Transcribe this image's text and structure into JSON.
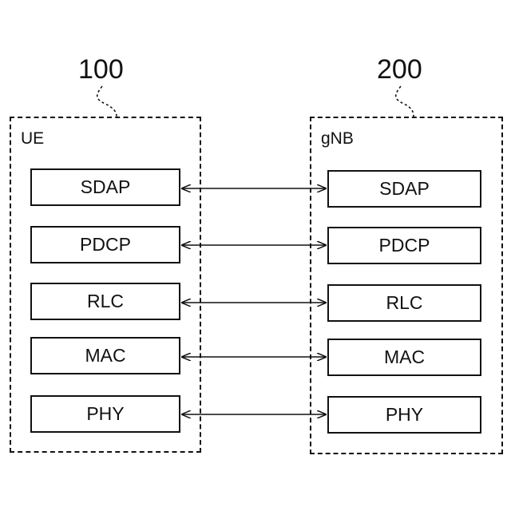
{
  "diagram": {
    "ue": {
      "ref": "100",
      "label": "UE"
    },
    "gnb": {
      "ref": "200",
      "label": "gNB"
    },
    "layers": [
      {
        "ue": "SDAP",
        "gnb": "SDAP"
      },
      {
        "ue": "PDCP",
        "gnb": "PDCP"
      },
      {
        "ue": "RLC",
        "gnb": "RLC"
      },
      {
        "ue": "MAC",
        "gnb": "MAC"
      },
      {
        "ue": "PHY",
        "gnb": "PHY"
      }
    ]
  }
}
